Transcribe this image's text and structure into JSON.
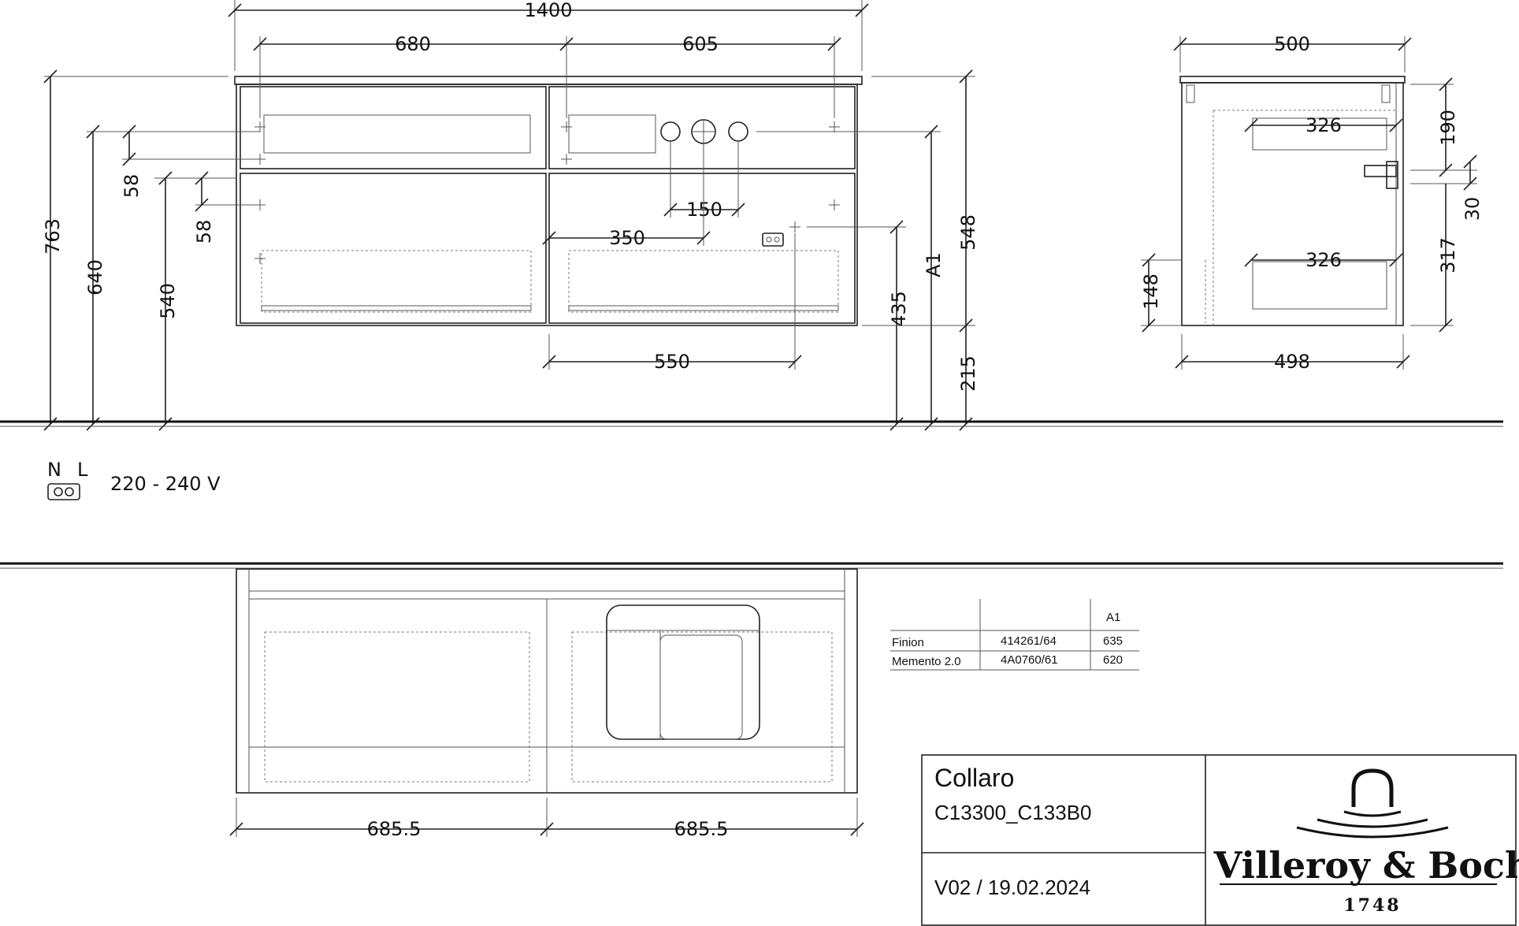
{
  "front_view": {
    "width_total": "1400",
    "left_width": "680",
    "right_width": "605",
    "height_total": "763",
    "height_640": "640",
    "height_540": "540",
    "offset_58_a": "58",
    "offset_58_b": "58",
    "spacing_150": "150",
    "dist_350": "350",
    "dist_550": "550",
    "height_435": "435",
    "label_a1": "A1",
    "height_548": "548",
    "height_215": "215"
  },
  "side_view": {
    "depth_top": "500",
    "depth_326_upper": "326",
    "depth_326_lower": "326",
    "height_190": "190",
    "height_30": "30",
    "height_317": "317",
    "height_148": "148",
    "depth_bottom": "498"
  },
  "electrical": {
    "n_label": "N",
    "l_label": "L",
    "voltage": "220 - 240 V"
  },
  "plan_view": {
    "left_half": "685.5",
    "right_half": "685.5"
  },
  "compat_table": {
    "header_a1": "A1",
    "rows": [
      {
        "name": "Finion",
        "code": "414261/64",
        "a1": "635"
      },
      {
        "name": "Memento 2.0",
        "code": "4A0760/61",
        "a1": "620"
      }
    ]
  },
  "title_block": {
    "product": "Collaro",
    "article": "C13300_C133B0",
    "version": "V02 / 19.02.2024",
    "brand": "Villeroy & Boch",
    "year": "1748"
  }
}
